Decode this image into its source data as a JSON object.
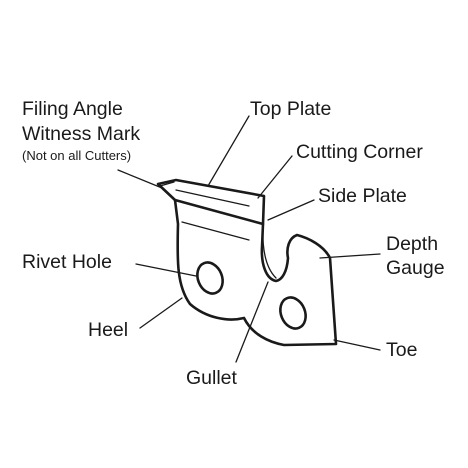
{
  "labels": {
    "filing_angle_line1": "Filing Angle",
    "filing_angle_line2": "Witness Mark",
    "filing_angle_note": "(Not on all Cutters)",
    "top_plate": "Top Plate",
    "cutting_corner": "Cutting Corner",
    "side_plate": "Side Plate",
    "depth_gauge_line1": "Depth",
    "depth_gauge_line2": "Gauge",
    "rivet_hole": "Rivet Hole",
    "heel": "Heel",
    "gullet": "Gullet",
    "toe": "Toe"
  },
  "colors": {
    "ink": "#1a1a1a",
    "background": "#ffffff"
  }
}
